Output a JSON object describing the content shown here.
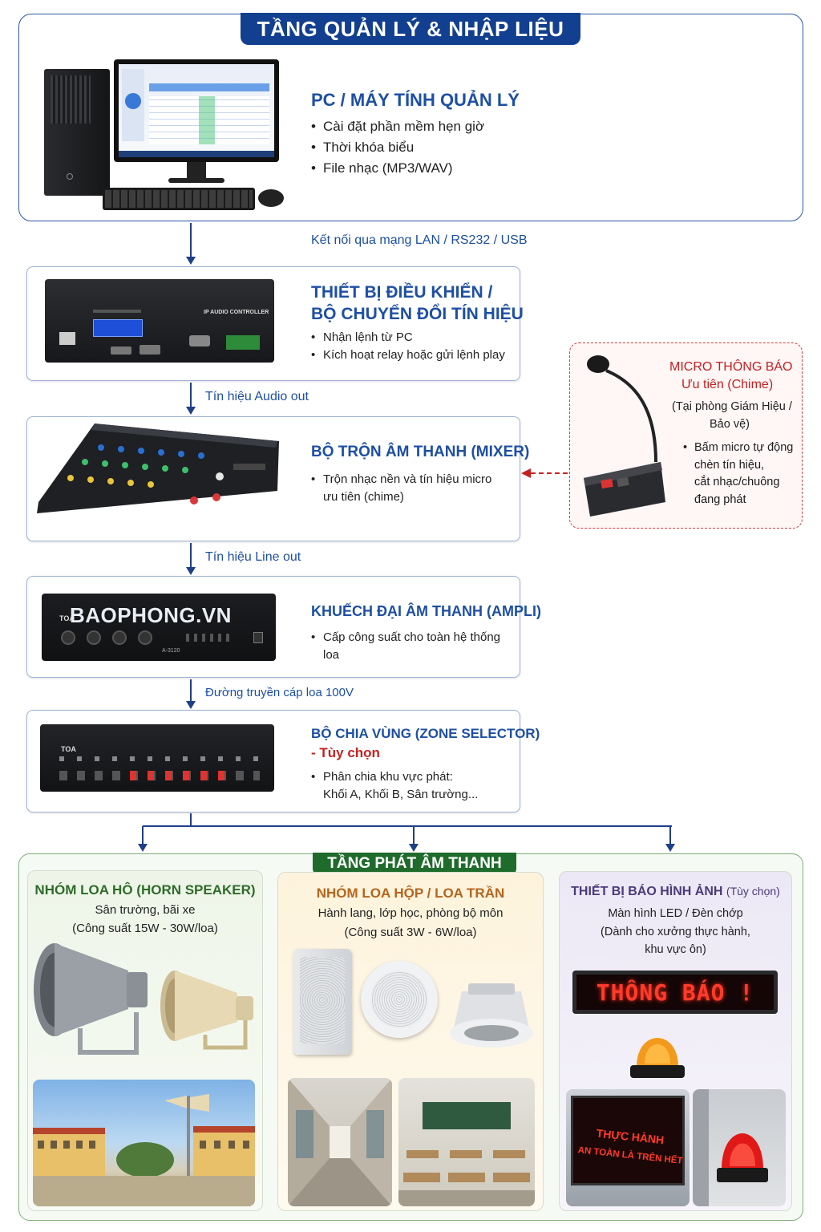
{
  "management": {
    "tab_title": "TẦNG QUẢN LÝ & NHẬP LIỆU",
    "pc_title": "PC / MÁY TÍNH QUẢN LÝ",
    "pc_bullets": [
      "Cài đặt phần mềm hẹn giờ",
      "Thời khóa biểu",
      "File nhạc (MP3/WAV)"
    ]
  },
  "connections": {
    "lan": "Kết nối qua mạng LAN / RS232 / USB",
    "audio_out": "Tín hiệu Audio out",
    "line_out": "Tín hiệu Line out",
    "cable": "Đường truyền cáp loa 100V"
  },
  "controller": {
    "title_line1": "THIẾT BỊ ĐIỀU KHIỂN /",
    "title_line2": "BỘ CHUYỂN ĐỔI TÍN HIỆU",
    "bullets": [
      "Nhận lệnh từ PC",
      "Kích hoạt relay hoặc gửi lệnh play"
    ],
    "device_label": "IP AUDIO CONTROLLER"
  },
  "mixer": {
    "title": "BỘ TRỘN ÂM THANH (MIXER)",
    "bullet_line1": "Trộn nhạc nền và tín hiệu micro",
    "bullet_line2": "ưu tiên (chime)"
  },
  "micro": {
    "title": "MICRO THÔNG BÁO",
    "subtitle": "Ưu tiên (Chime)",
    "location_line1": "(Tại phòng Giám Hiệu /",
    "location_line2": "Bảo vệ)",
    "bullet_lines": [
      "Bấm micro tự động",
      "chèn tín hiệu,",
      "cắt nhạc/chuông",
      "đang phát"
    ]
  },
  "ampli": {
    "title": "KHUẾCH ĐẠI ÂM THANH (AMPLI)",
    "bullet": "Cấp công suất cho toàn hệ thống loa",
    "watermark": "BAOPHONG.VN",
    "brand": "TOA",
    "model": "A-3120"
  },
  "zone": {
    "title": "BỘ CHIA VÙNG (ZONE SELECTOR)",
    "optional": "- Tùy chọn",
    "bullet_line1": "Phân chia khu vực phát:",
    "bullet_line2": "Khối A, Khối B, Sân trường...",
    "brand": "TOA"
  },
  "output": {
    "tab_title": "TẦNG PHÁT ÂM THANH",
    "horn": {
      "title": "NHÓM LOA HÔ (HORN SPEAKER)",
      "line1": "Sân trường, bãi xe",
      "line2": "(Công suất 15W - 30W/loa)"
    },
    "box": {
      "title": "NHÓM LOA HỘP / LOA TRẦN",
      "line1": "Hành lang, lớp học, phòng bộ môn",
      "line2": "(Công suất 3W - 6W/loa)"
    },
    "visual": {
      "title": "THIẾT BỊ BÁO HÌNH ẢNH",
      "title_optional": "(Tùy chọn)",
      "line1": "Màn hình LED / Đèn chớp",
      "line2": "(Dành cho xưởng thực hành,",
      "line3": "khu vực ôn)",
      "led_text": "THÔNG BÁO !",
      "sign_line1": "THỰC HÀNH",
      "sign_line2": "AN TOÀN LÀ TRÊN HẾT"
    }
  },
  "colors": {
    "navy": "#123f8f",
    "blue_text": "#1e4fa3",
    "green_tab": "#1f6b2c",
    "red_text": "#c62020",
    "horn_title": "#2e6b2a",
    "box_title": "#b5651d",
    "visual_title": "#4a3a7a"
  }
}
